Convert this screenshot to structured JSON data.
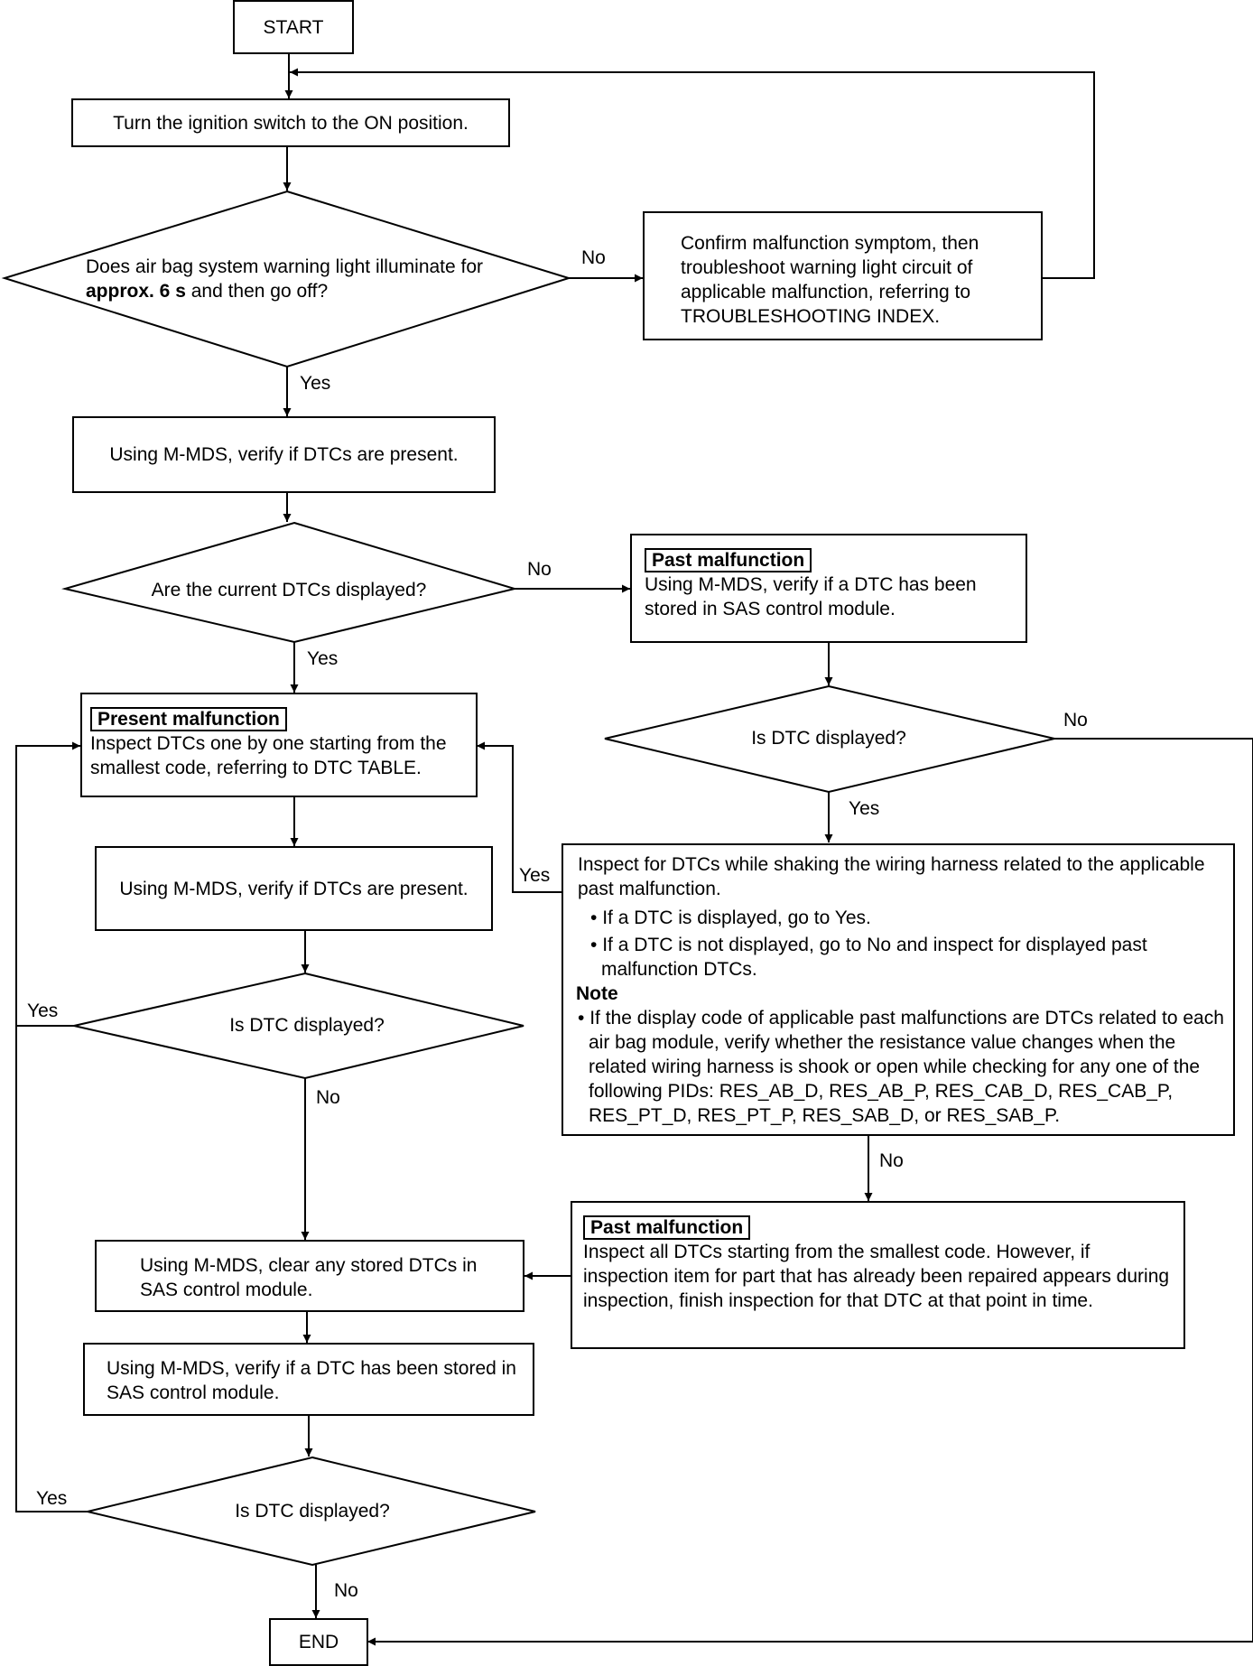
{
  "nodes": {
    "start": "START",
    "ignition_on": "Turn the ignition switch to the ON position.",
    "warning_light_q": {
      "part1": "Does air bag system warning light illuminate for ",
      "bold": "approx. 6 s",
      "part2": " and then go off?"
    },
    "confirm_symptom": "Confirm malfunction symptom, then troubleshoot warning light circuit of applicable malfunction, referring to TROUBLESHOOTING INDEX.",
    "verify_dtcs_1": "Using M-MDS, verify if DTCs are present.",
    "current_dtcs_q": "Are the current DTCs displayed?",
    "past_malfunction_1": {
      "tag": "Past malfunction",
      "text": "Using M-MDS, verify if a DTC has been stored in SAS control module."
    },
    "dtc_displayed_q1": "Is DTC displayed?",
    "present_malfunction": {
      "tag": "Present malfunction",
      "text": "Inspect DTCs one by one starting from the smallest code, referring to DTC TABLE."
    },
    "verify_dtcs_2": "Using M-MDS, verify if DTCs are present.",
    "inspect_shaking": {
      "intro": "Inspect for DTCs while shaking the wiring harness related to the applicable past malfunction.",
      "bullets": [
        "If a DTC is displayed, go to Yes.",
        "If a DTC is not displayed, go to No and inspect for displayed past malfunction DTCs."
      ],
      "note_title": "Note",
      "note": "If the display code of applicable past malfunctions are DTCs related to each air bag module, verify whether the resistance value changes when the related wiring harness is shook or open while checking for any one of the following PIDs: RES_AB_D, RES_AB_P, RES_CAB_D, RES_CAB_P, RES_PT_D, RES_PT_P, RES_SAB_D, or RES_SAB_P."
    },
    "dtc_displayed_q2": "Is DTC displayed?",
    "past_malfunction_2": {
      "tag": "Past malfunction",
      "text": "Inspect all DTCs starting from the smallest code. However, if inspection item for part that has already been repaired appears during inspection, finish inspection for that DTC at that point in time."
    },
    "clear_dtcs": "Using M-MDS, clear any stored DTCs in SAS control module.",
    "verify_stored": "Using M-MDS, verify if a DTC has been stored in SAS control module.",
    "dtc_displayed_q3": "Is DTC displayed?",
    "end": "END"
  },
  "edge_labels": {
    "warning_no": "No",
    "warning_yes": "Yes",
    "current_no": "No",
    "current_yes": "Yes",
    "dtc1_no": "No",
    "dtc1_yes": "Yes",
    "shaking_yes": "Yes",
    "shaking_no": "No",
    "dtc2_yes": "Yes",
    "dtc2_no": "No",
    "dtc3_yes": "Yes",
    "dtc3_no": "No"
  }
}
